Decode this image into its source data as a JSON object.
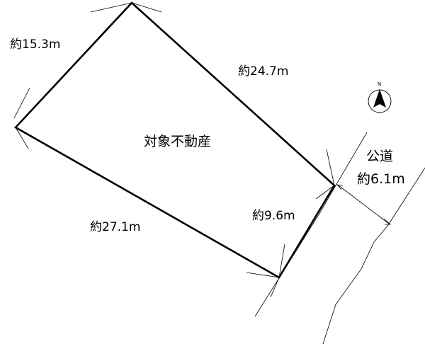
{
  "plot": {
    "name": "対象不動産",
    "sides": {
      "north_west": "約15.3m",
      "north_east": "約24.7m",
      "south_west": "約27.1m",
      "south_east": "約9.6m"
    }
  },
  "road": {
    "name": "公道",
    "width": "約6.1m"
  },
  "compass": {
    "letter": "N",
    "icon": "north-arrow-icon"
  },
  "colors": {
    "line": "#000000",
    "background": "#ffffff"
  }
}
